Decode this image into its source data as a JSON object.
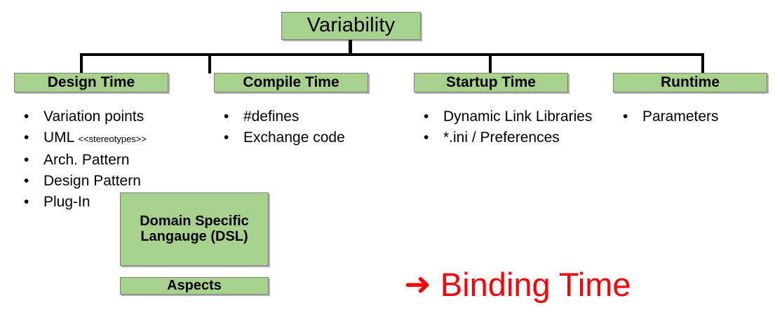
{
  "diagram": {
    "title": "Variability",
    "root": {
      "label": "Variability"
    },
    "tiers": [
      {
        "id": "design-time",
        "label": "Design Time"
      },
      {
        "id": "compile-time",
        "label": "Compile Time"
      },
      {
        "id": "startup-time",
        "label": "Startup Time"
      },
      {
        "id": "runtime",
        "label": "Runtime"
      }
    ],
    "bullet_marker": "•",
    "columns": [
      {
        "id": "design-time-items",
        "items": [
          {
            "text": "Variation points"
          },
          {
            "text": "UML ",
            "sub": "<<stereotypes>>"
          },
          {
            "text": "Arch. Pattern"
          },
          {
            "text": "Design Pattern"
          },
          {
            "text": "Plug-In"
          }
        ]
      },
      {
        "id": "compile-time-items",
        "items": [
          {
            "text": "#defines"
          },
          {
            "text": "Exchange code"
          }
        ]
      },
      {
        "id": "startup-time-items",
        "items": [
          {
            "text": "Dynamic Link Libraries"
          },
          {
            "text": "*.ini / Preferences"
          }
        ]
      },
      {
        "id": "runtime-items",
        "items": [
          {
            "text": "Parameters"
          }
        ]
      }
    ],
    "extra_boxes": [
      {
        "id": "dsl",
        "label": "Domain Specific Langauge (DSL)"
      },
      {
        "id": "aspects",
        "label": "Aspects"
      }
    ],
    "callout": {
      "arrow_glyph": "➜",
      "text": "Binding Time"
    },
    "colors": {
      "box_fill": "#a9d18e",
      "box_border": "#7f7f7f",
      "connector": "#000000",
      "callout_red": "#fb0007",
      "text": "#000000",
      "background": "#ffffff"
    }
  }
}
